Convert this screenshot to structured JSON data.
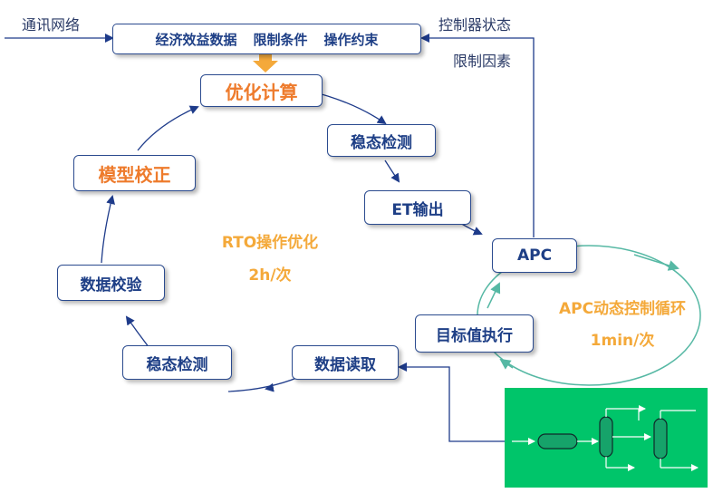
{
  "top_bar": {
    "items": [
      "经济效益数据",
      "限制条件",
      "操作约束"
    ]
  },
  "left_input_label": "通讯网络",
  "right_labels": {
    "line1": "控制器状态",
    "line2": "限制因素"
  },
  "rto_loop": {
    "optimize": "优化计算",
    "steady_detect": "稳态检测",
    "et_output": "ET输出",
    "apc": "APC",
    "data_read": "数据读取",
    "steady_detect_2": "稳态检测",
    "data_validate": "数据校验",
    "model_calibrate": "模型校正"
  },
  "rto_caption": {
    "name": "RTO操作优化",
    "period": "2h/次"
  },
  "apc_loop": {
    "target_exec": "目标值执行",
    "name": "APC动态控制循环",
    "period": "1min/次"
  },
  "colors": {
    "box_text": "#1e3f86",
    "box_border": "#2b4b8f",
    "emphasis_text": "#ee7b2c",
    "caption_text": "#f4a93a",
    "loop_arrow": "#1e3b8a",
    "apc_loop_line": "#56b8a4",
    "top_arrow": "#f4a93a",
    "process_panel": "#00c56a"
  }
}
